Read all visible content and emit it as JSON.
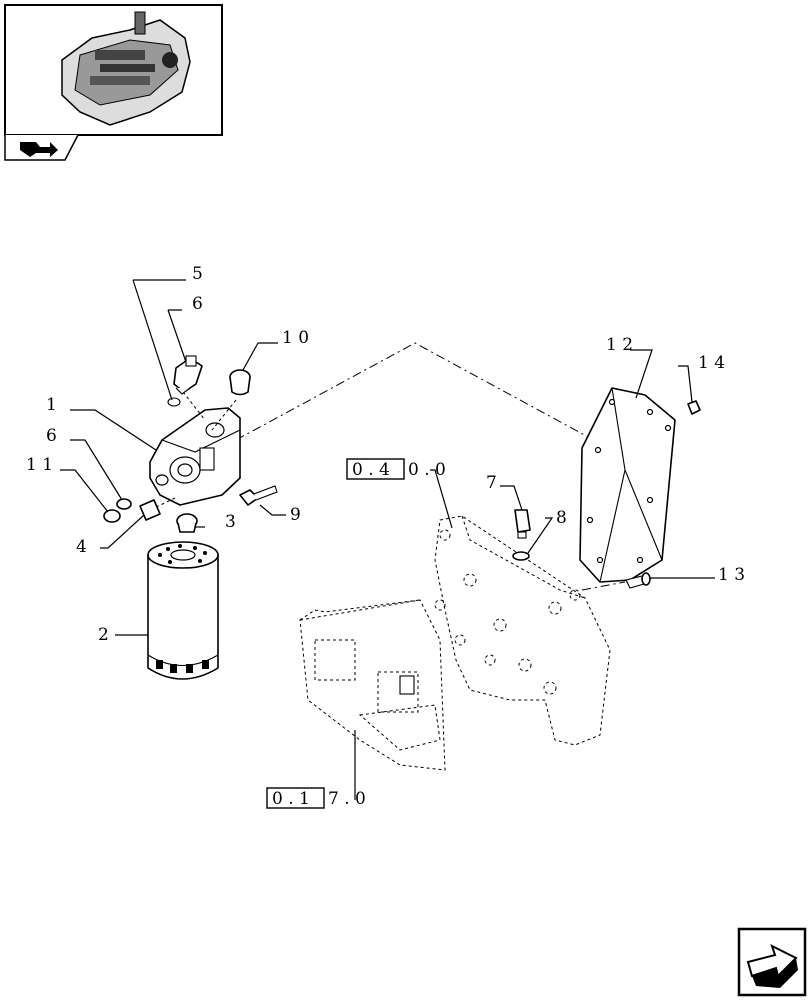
{
  "callouts": {
    "c1": "1",
    "c2": "2",
    "c3": "3",
    "c4": "4",
    "c5": "5",
    "c6a": "6",
    "c6b": "6",
    "c7": "7",
    "c8": "8",
    "c9": "9",
    "c10": "1 0",
    "c11": "1 1",
    "c12": "1 2",
    "c13": "1 3",
    "c14": "1 4"
  },
  "references": {
    "bracket_ref_boxed": "0 . 4",
    "bracket_ref_rest": "0 . 0",
    "ecu_ref_boxed": "0 . 1",
    "ecu_ref_rest": "7 . 0"
  },
  "icons": {
    "thumbnail": "engine-thumbnail-icon",
    "tab": "book-arrow-icon",
    "nav": "next-page-arrow-icon"
  }
}
